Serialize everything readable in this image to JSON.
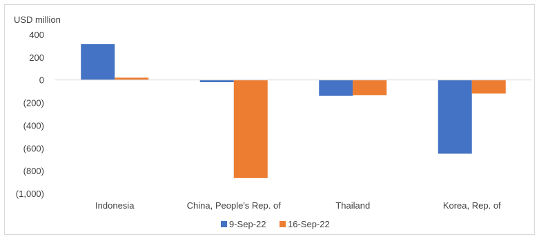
{
  "chart_data": {
    "type": "bar",
    "ylabel": "USD million",
    "categories": [
      "Indonesia",
      "China, People's Rep. of",
      "Thailand",
      "Korea, Rep. of"
    ],
    "series": [
      {
        "name": "9-Sep-22",
        "color": "#4472C4",
        "values": [
          315,
          -20,
          -140,
          -650
        ]
      },
      {
        "name": "16-Sep-22",
        "color": "#ED7D31",
        "values": [
          20,
          -865,
          -135,
          -120
        ]
      }
    ],
    "ylim": [
      -1000,
      400
    ],
    "yticks": [
      400,
      200,
      0,
      -200,
      -400,
      -600,
      -800,
      -1000
    ],
    "ytick_labels": [
      "400",
      "200",
      "0",
      "(200)",
      "(400)",
      "(600)",
      "(800)",
      "(1,000)"
    ],
    "legend_position": "bottom",
    "grid": false
  }
}
